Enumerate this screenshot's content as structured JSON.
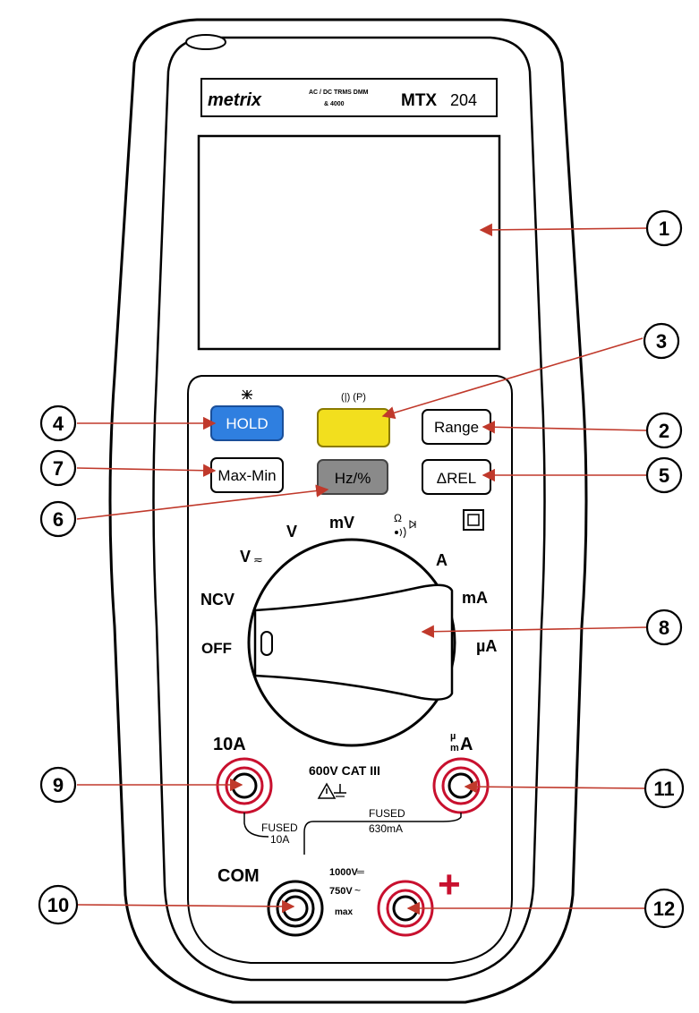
{
  "brand": {
    "logo_text": "metrix",
    "subtitle_line1": "AC / DC TRMS DMM",
    "subtitle_line2": "& 4000",
    "model_prefix": "MTX",
    "model_number": "204"
  },
  "buttons": {
    "hold": "HOLD",
    "yellow_symbols": "(|) (P)",
    "range": "Range",
    "maxmin": "Max-Min",
    "hz": "Hz/%",
    "rel": "ΔREL"
  },
  "dial": {
    "v_dc": "V",
    "mv": "mV",
    "ohm": "Ω",
    "v_ac": "V",
    "a": "A",
    "ncv": "NCV",
    "ma": "mA",
    "off": "OFF",
    "ua": "µA"
  },
  "terminals": {
    "label_10a": "10A",
    "label_ua_top": "µ",
    "label_ua_bottom": "m",
    "label_ua_a": "A",
    "cat_label": "600V CAT III",
    "fused_10a_line1": "FUSED",
    "fused_10a_line2": "10A",
    "fused_ma_line1": "FUSED",
    "fused_ma_line2": "630mA",
    "com": "COM",
    "max_line1": "1000V",
    "max_line2": "750V",
    "max_line3": "max",
    "plus": "+"
  },
  "callouts": [
    "1",
    "2",
    "3",
    "4",
    "5",
    "6",
    "7",
    "8",
    "9",
    "10",
    "11",
    "12"
  ],
  "colors": {
    "hold": "#2f7fe0",
    "yellow": "#f2df1e",
    "hz": "#8a8a8a",
    "red": "#c8102e",
    "arrow": "#c0392b"
  }
}
